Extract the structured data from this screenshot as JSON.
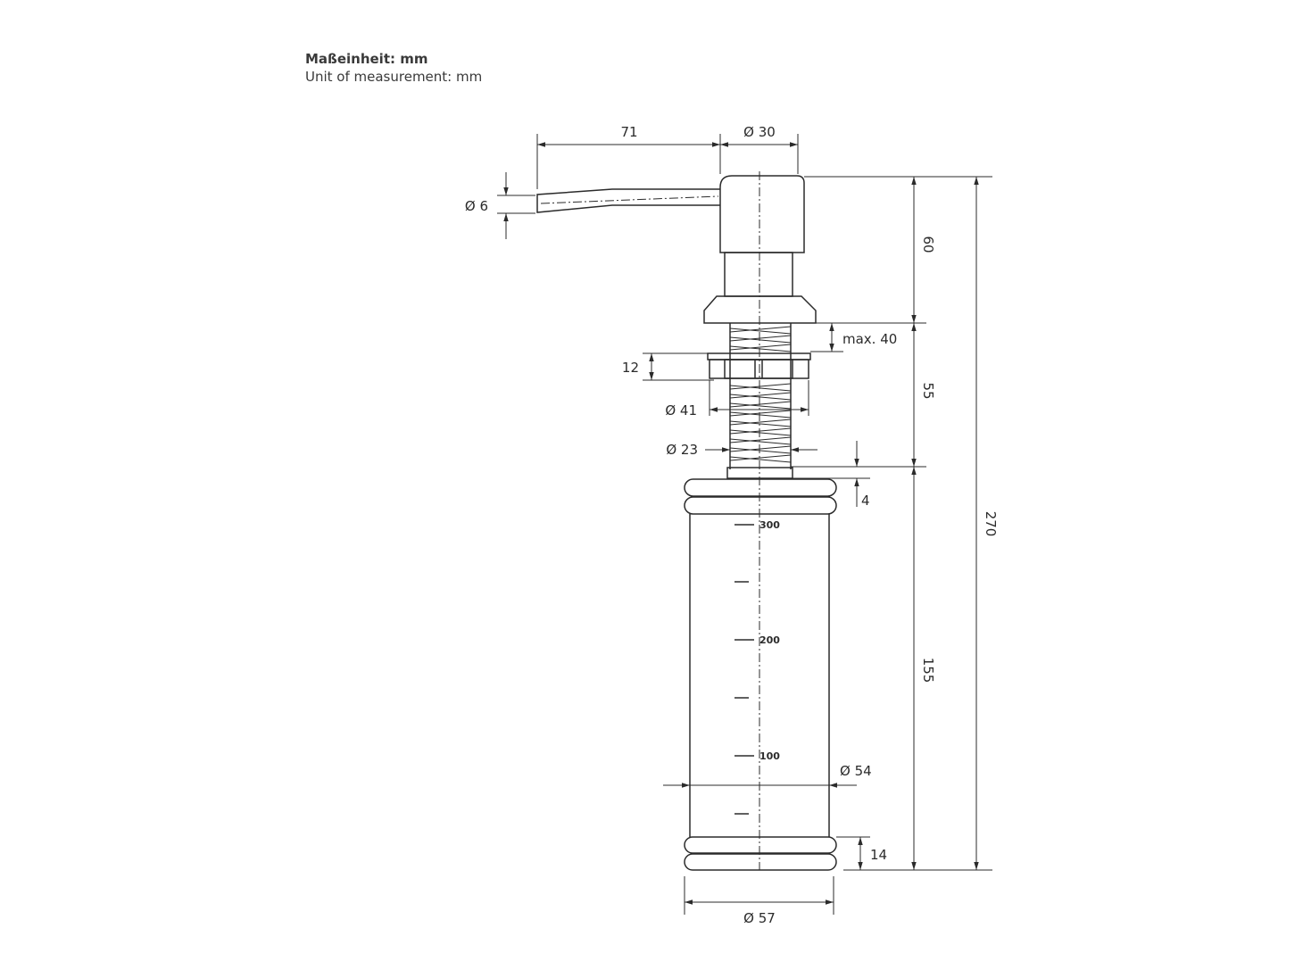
{
  "header": {
    "unit_de": "Maßeinheit: mm",
    "unit_en": "Unit of measurement: mm"
  },
  "dimensions": {
    "spout_length": "71",
    "head_diameter": "Ø 30",
    "spout_diameter": "Ø 6",
    "head_height": "60",
    "max_mount": "max. 40",
    "nut_height": "12",
    "thread_length": "55",
    "nut_diameter": "Ø 41",
    "thread_diameter": "Ø 23",
    "collar_height": "4",
    "total_height": "270",
    "bottle_height": "155",
    "bottle_diameter": "Ø 54",
    "ring_height": "14",
    "ring_diameter": "Ø 57"
  },
  "scale_labels": {
    "s300": "300",
    "s200": "200",
    "s100": "100"
  }
}
